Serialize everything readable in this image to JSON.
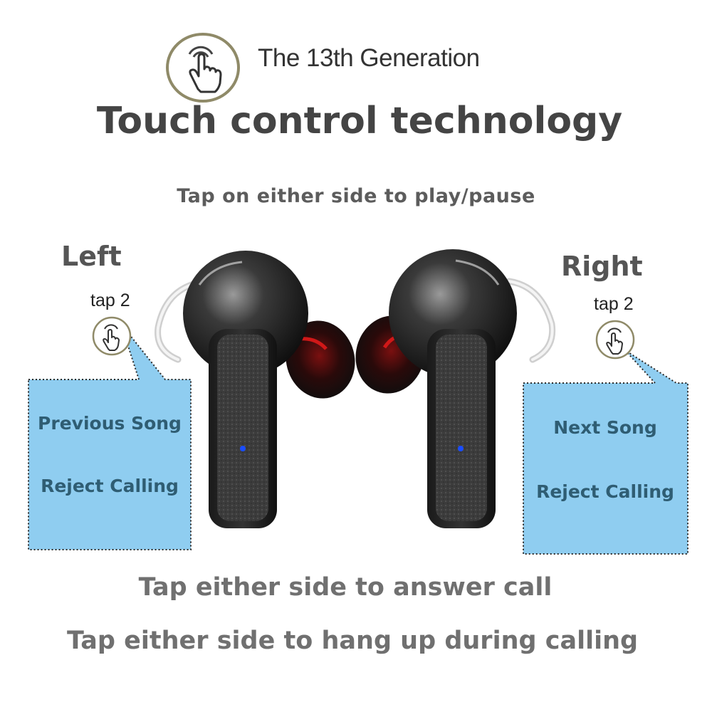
{
  "header": {
    "generation": "The 13th Generation",
    "title": "Touch control technology",
    "subtitle": "Tap on either side to play/pause"
  },
  "left": {
    "label": "Left",
    "tap": "tap 2",
    "actions": [
      "Previous Song",
      "Reject Calling"
    ]
  },
  "right": {
    "label": "Right",
    "tap": "tap 2",
    "actions": [
      "Next Song",
      "Reject Calling"
    ]
  },
  "footer": {
    "answer": "Tap either side to answer call",
    "hangup": "Tap either side to hang up during calling"
  },
  "icons": [
    "touch-hand-icon",
    "earbud-left",
    "earbud-right"
  ],
  "colors": {
    "callout_fill": "#8fcdf0",
    "callout_text": "#2f5d73",
    "badge_ring": "#8f8a68",
    "led": "#1a4dff",
    "ear_tip_accent": "#d01818"
  }
}
